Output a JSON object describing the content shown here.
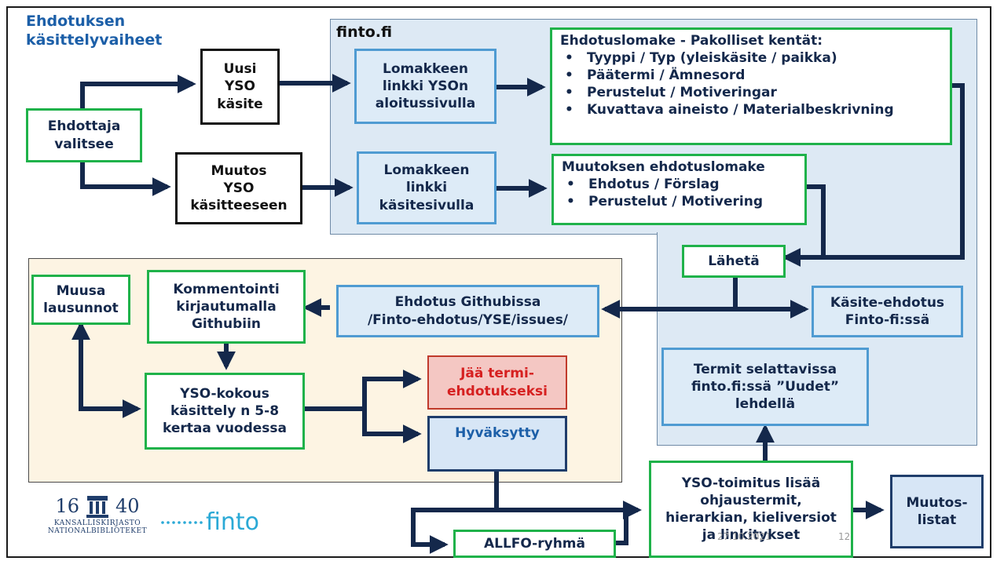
{
  "title": [
    "Ehdotuksen",
    "käsittelyvaiheet"
  ],
  "finto_label": "finto.fi",
  "boxes": {
    "ehdottaja": [
      "Ehdottaja",
      "valitsee"
    ],
    "uusi": [
      "Uusi",
      "YSO",
      "käsite"
    ],
    "muutos": [
      "Muutos",
      "YSO",
      "käsitteeseen"
    ],
    "lomake1": [
      "Lomakkeen",
      "linkki YSOn",
      "aloitussivulla"
    ],
    "lomake2": [
      "Lomakkeen",
      "linkki",
      "käsitesivulla"
    ],
    "form1_title": "Ehdotuslomake - Pakolliset kentät:",
    "form1_items": [
      "Tyyppi / Typ (yleiskäsite / paikka)",
      "Päätermi / Ämnesord",
      "Perustelut / Motiveringar",
      "Kuvattava aineisto / Materialbeskrivning"
    ],
    "form2_title": "Muutoksen ehdotuslomake",
    "form2_items": [
      "Ehdotus / Förslag",
      "Perustelut / Motivering"
    ],
    "laheta": "Lähetä",
    "kasite_ehdotus": [
      "Käsite-ehdotus",
      "Finto-fi:ssä"
    ],
    "github": [
      "Ehdotus Githubissa",
      "/Finto-ehdotus/YSE/issues/"
    ],
    "kommentointi": [
      "Kommentointi",
      "kirjautumalla",
      "Githubiin"
    ],
    "muusa": [
      "Muusa",
      "lausunnot"
    ],
    "yso_kokous": [
      "YSO-kokous",
      "käsittely n 5-8",
      "kertaa vuodessa"
    ],
    "jaa": [
      "Jää termi-",
      "ehdotukseksi"
    ],
    "hyvaksytty": "Hyväksytty",
    "termit": [
      "Termit selattavissa",
      "finto.fi:ssä ”Uudet”",
      "lehdellä"
    ],
    "toimitus": [
      "YSO-toimitus lisää",
      "ohjaustermit,",
      "hierarkian, kieliversiot",
      "ja linkitykset"
    ],
    "muutoslistat": [
      "Muutos-",
      "listat"
    ],
    "allfo": "ALLFO-ryhmä"
  },
  "logos": {
    "kk_numbers": [
      "16",
      "40"
    ],
    "kk_text": [
      "KANSALLISKIRJASTO",
      "NATIONALBIBLIOTEKET"
    ],
    "finto": "finto"
  },
  "footer": {
    "date": "27.10.2021",
    "page": "12"
  },
  "colors": {
    "green": "#1fb24a",
    "navy": "#1f3d6b",
    "arrow": "#14284b",
    "light_blue": "#ddebf7",
    "beige": "#fdf4e3",
    "red": "#d62020"
  }
}
